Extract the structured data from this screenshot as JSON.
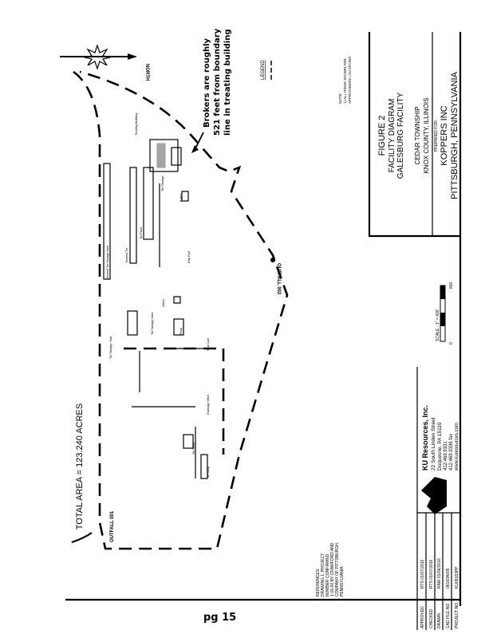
{
  "title_block": {
    "figure": "FIGURE 2",
    "title_1": "FACILITY DIAGRAM",
    "title_2": "GALESBURG FACILITY",
    "location_1": "CEDAR TOWNSHIP",
    "location_2": "KNOX COUNTY, ILLINOIS",
    "prepared_for": "PREPARED FOR:",
    "client": "KOPPERS INC",
    "client_city": "PITTSBURGH, PENNSYLVANIA"
  },
  "company": {
    "name": "KU Resources, Inc.",
    "address_1": "22 South Linden Street",
    "address_2": "Duquesne, PA 15110",
    "phone": "412.469.9331",
    "fax": "412.469.9336 fax",
    "web": "www.kuresources.com"
  },
  "approval_table": [
    {
      "label": "APPROVED",
      "value": "RTS 01/07/2016"
    },
    {
      "label": "CHECKED",
      "value": "RTS 01/07/2016"
    },
    {
      "label": "DRAWN",
      "value": "RAW 01/06/2016"
    },
    {
      "label": "CAD FILE NO.",
      "value": "08183A005"
    },
    {
      "label": "PROJECT NO.",
      "value": "KU08183PP"
    }
  ],
  "references": [
    "REFERENCES:",
    "DRAWING 1, PROJECT",
    "NUMBER CONFIRMED",
    "1-15-00 BY CRAWFORD AND",
    "COMPANY OF PITTSBURGH,",
    "PENNSYLVANIA"
  ],
  "legend": {
    "title": "LEGEND"
  },
  "note": [
    "NOTE:",
    "1) ALL ITEMS SHOWN ARE",
    "APPROXIMATE LOCATIONS"
  ],
  "north_label": "NORTH",
  "scale": {
    "label": "SCALE - 1\" = 400'",
    "start": "0",
    "end": "800"
  },
  "total_area": "TOTAL AREA = 123.240 ACRES",
  "outfalls": [
    "OUTFALL 001",
    "OUTFALL 002"
  ],
  "handwritten_note": [
    "Brokers are roughly",
    "521 feet from boundary",
    "line in treating building"
  ],
  "handwritten_page": "pg 15",
  "map_labels": [
    "Treated Tie Storage Area",
    "Treated Tie",
    "Tie Plant",
    "Treating Building",
    "Drip Pad",
    "Boiler",
    "Tie Storage",
    "Spur Line",
    "Drainage Ditch",
    "Tie Storage Area",
    "Office",
    "Shop",
    "Tie Shed",
    "Tie Shop",
    "Tie Storage Yard"
  ]
}
